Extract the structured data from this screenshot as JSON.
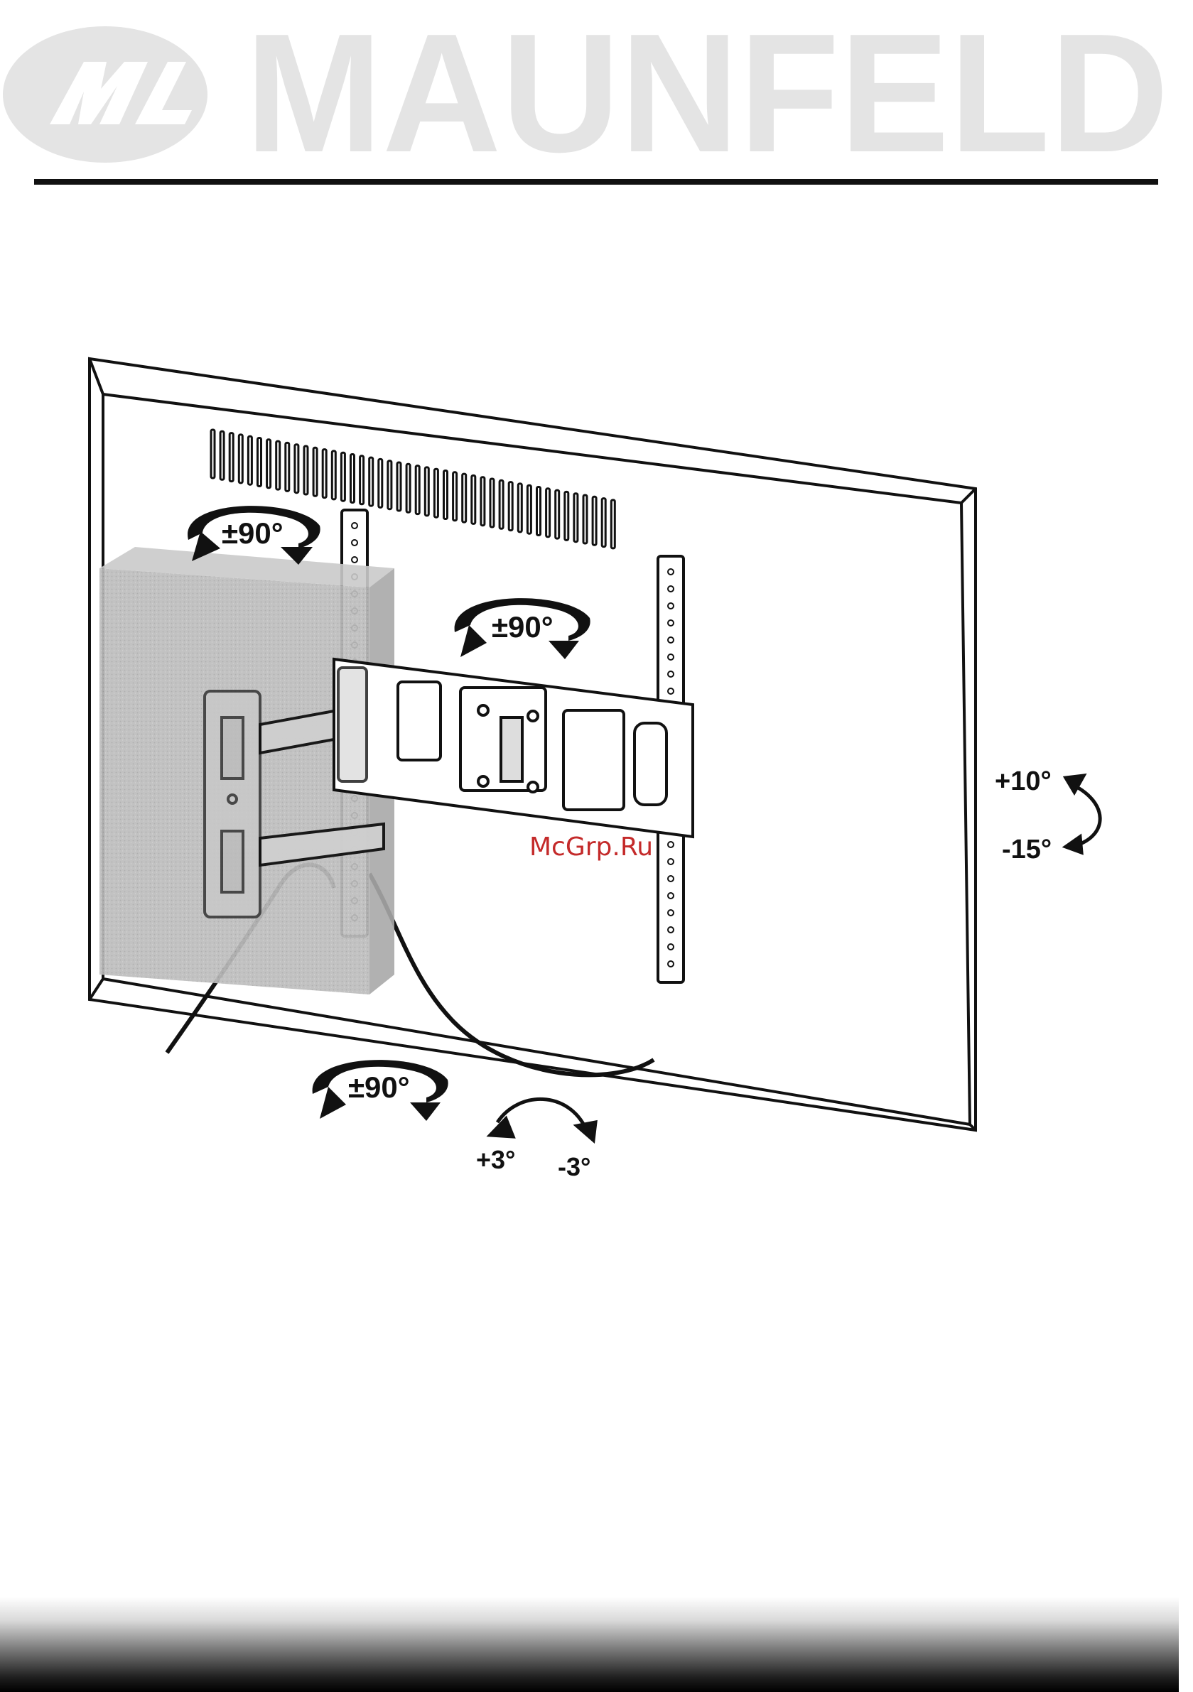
{
  "brand": {
    "name": "MAUNFELD",
    "monogram": "M"
  },
  "watermark": "McGrp.Ru",
  "rotation_labels": {
    "arm_top": "±90°",
    "arm_middle": "±90°",
    "arm_bottom": "±90°",
    "tilt_up": "+10°",
    "tilt_down": "-15°",
    "level_plus": "+3°",
    "level_minus": "-3°"
  },
  "colors": {
    "brand_gray": "#e4e4e4",
    "line": "#111111",
    "wall": "#b9b9b9",
    "watermark": "#c42a2a"
  }
}
